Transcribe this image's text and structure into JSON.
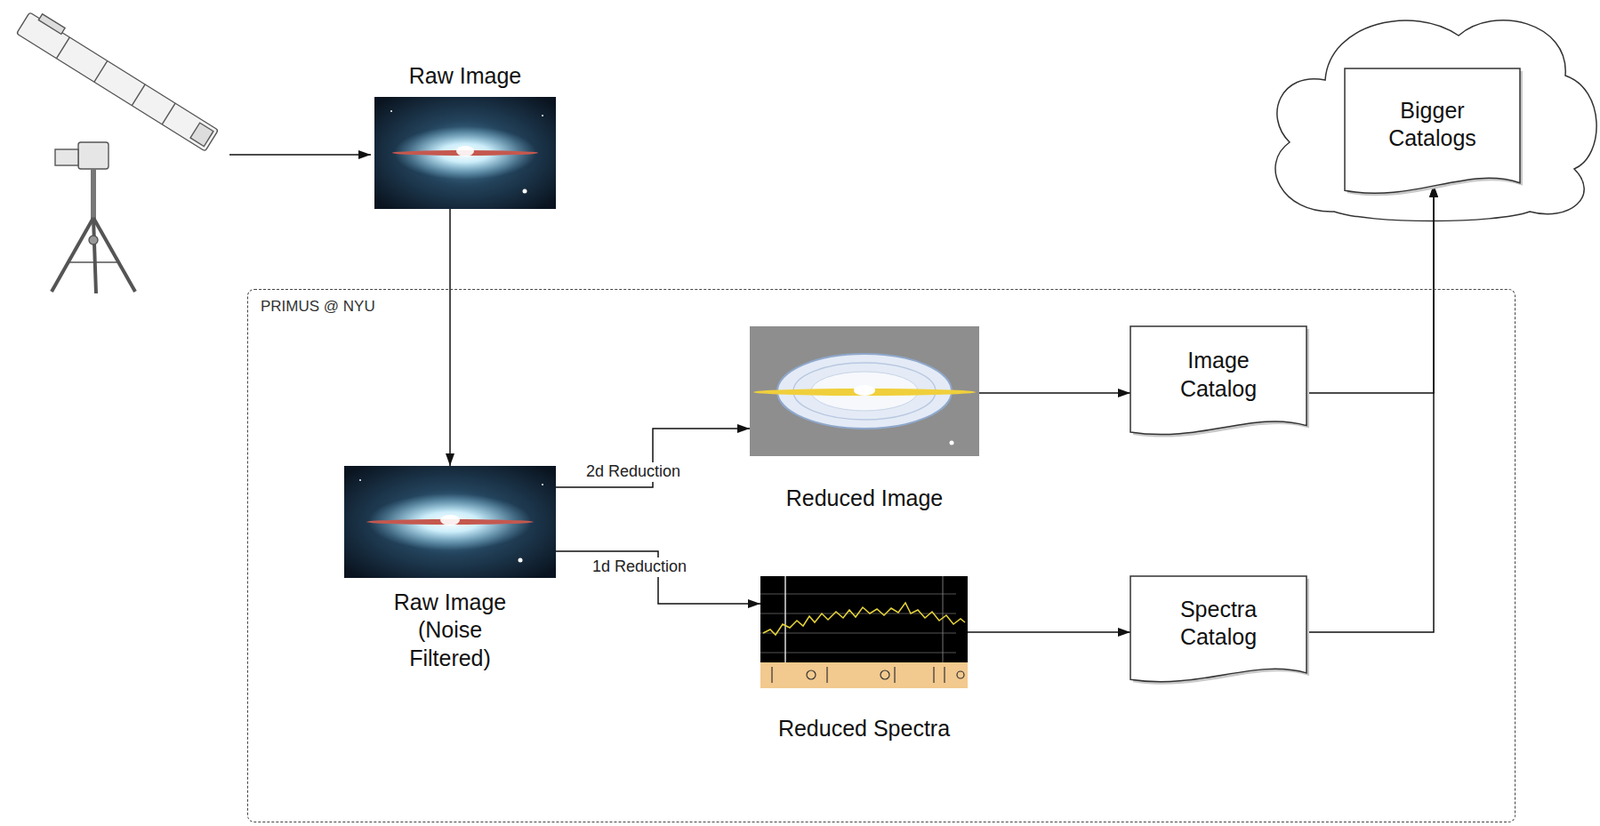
{
  "diagram": {
    "nodes": [
      {
        "text": [
          "Raw Image"
        ]
      },
      {
        "text": [
          "PRIMUS @ NYU"
        ]
      },
      {
        "text": [
          "Raw Image (Noise Filtered)"
        ],
        "in": 1
      },
      {
        "text": [
          "Reduced Image"
        ],
        "in": 1
      },
      {
        "text": [
          "Reduced Spectra"
        ],
        "in": 1
      },
      {
        "text": [
          "Image Catalog"
        ],
        "in": 1
      },
      {
        "text": [
          "Spectra Catalog"
        ],
        "in": 1
      },
      {
        "text": [
          "Bigger Catalogs"
        ]
      }
    ],
    "edges": [
      {
        "from": 0,
        "to": 2,
        "arrow": "to"
      },
      {
        "from": 2,
        "to": 3,
        "label": "2d Reduction",
        "arrow": "to"
      },
      {
        "from": 2,
        "to": 4,
        "label": "1d Reduction",
        "arrow": "to"
      },
      {
        "from": 3,
        "to": 5,
        "arrow": "to"
      },
      {
        "from": 4,
        "to": 6,
        "arrow": "to"
      },
      {
        "from": 5,
        "to": 7,
        "arrow": "to"
      },
      {
        "from": 6,
        "to": 7,
        "arrow": "to"
      }
    ]
  }
}
